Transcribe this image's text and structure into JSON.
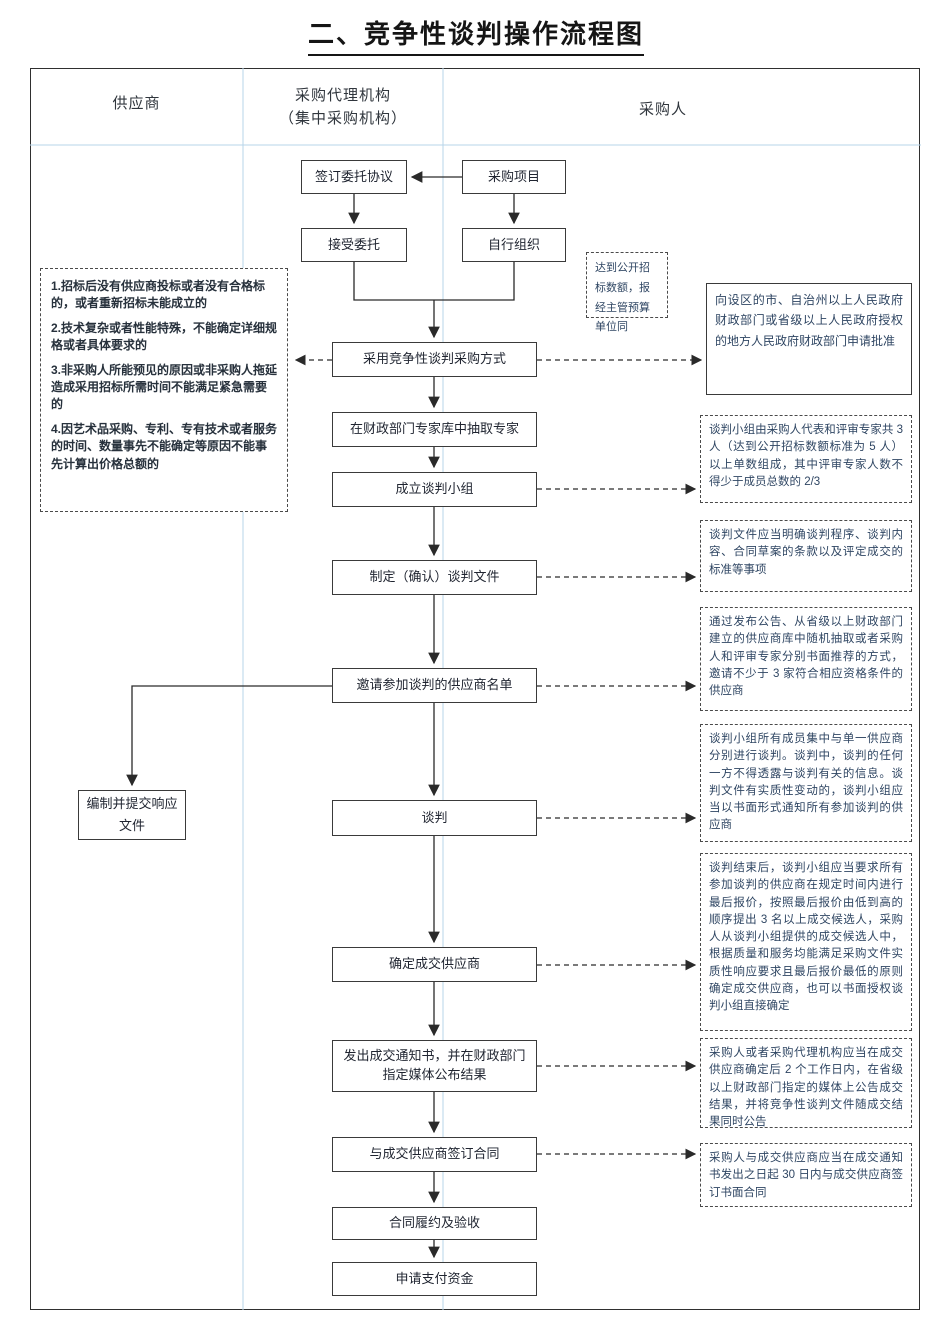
{
  "title": "二、竞争性谈判操作流程图",
  "columns": {
    "supplier": "供应商",
    "agency_line1": "采购代理机构",
    "agency_line2": "（集中采购机构）",
    "purchaser": "采购人"
  },
  "flow": {
    "sign_agreement": "签订委托协议",
    "procurement_project": "采购项目",
    "accept_entrustment": "接受委托",
    "self_organize": "自行组织",
    "adopt_method": "采用竞争性谈判采购方式",
    "draw_experts": "在财政部门专家库中抽取专家",
    "form_team": "成立谈判小组",
    "make_documents": "制定（确认）谈判文件",
    "invite_suppliers": "邀请参加谈判的供应商名单",
    "negotiate": "谈判",
    "determine_supplier": "确定成交供应商",
    "issue_notice": "发出成交通知书，并在财政部门指定媒体公布结果",
    "sign_contract": "与成交供应商签订合同",
    "performance": "合同履约及验收",
    "payment": "申请支付资金",
    "prepare_response": "编制并提交响应文件"
  },
  "reasons": {
    "items": [
      "1.招标后没有供应商投标或者没有合格标的，或者重新招标未能成立的",
      "2.技术复杂或者性能特殊，不能确定详细规格或者具体要求的",
      "3.非采购人所能预见的原因或非采购人拖延造成采用招标所需时间不能满足紧急需要的",
      "4.因艺术品采购、专利、专有技术或者服务的时间、数量事先不能确定等原因不能事先计算出价格总额的"
    ]
  },
  "annotations": {
    "approval_condition": "达到公开招标数额，报经主管预算单位同",
    "approval_target": "向设区的市、自治州以上人民政府财政部门或省级以上人民政府授权的地方人民政府财政部门申请批准",
    "team_rule": "谈判小组由采购人代表和评审专家共 3 人（达到公开招标数额标准为 5 人）以上单数组成，其中评审专家人数不得少于成员总数的 2/3",
    "doc_rule": "谈判文件应当明确谈判程序、谈判内容、合同草案的条款以及评定成交的标准等事项",
    "invite_rule": "通过发布公告、从省级以上财政部门建立的供应商库中随机抽取或者采购人和评审专家分别书面推荐的方式，邀请不少于 3 家符合相应资格条件的供应商",
    "negotiate_rule": "谈判小组所有成员集中与单一供应商分别进行谈判。谈判中，谈判的任何一方不得透露与谈判有关的信息。谈判文件有实质性变动的，谈判小组应当以书面形式通知所有参加谈判的供应商",
    "determine_rule": "谈判结束后，谈判小组应当要求所有参加谈判的供应商在规定时间内进行最后报价，按照最后报价由低到高的顺序提出 3 名以上成交候选人，采购人从谈判小组提供的成交候选人中，根据质量和服务均能满足采购文件实质性响应要求且最后报价最低的原则确定成交供应商，也可以书面授权谈判小组直接确定",
    "notice_rule": "采购人或者采购代理机构应当在成交供应商确定后 2 个工作日内，在省级以上财政部门指定的媒体上公告成交结果，并将竞争性谈判文件随成交结果同时公告",
    "contract_rule": "采购人与成交供应商应当在成交通知书发出之日起 30 日内与成交供应商签订书面合同"
  }
}
